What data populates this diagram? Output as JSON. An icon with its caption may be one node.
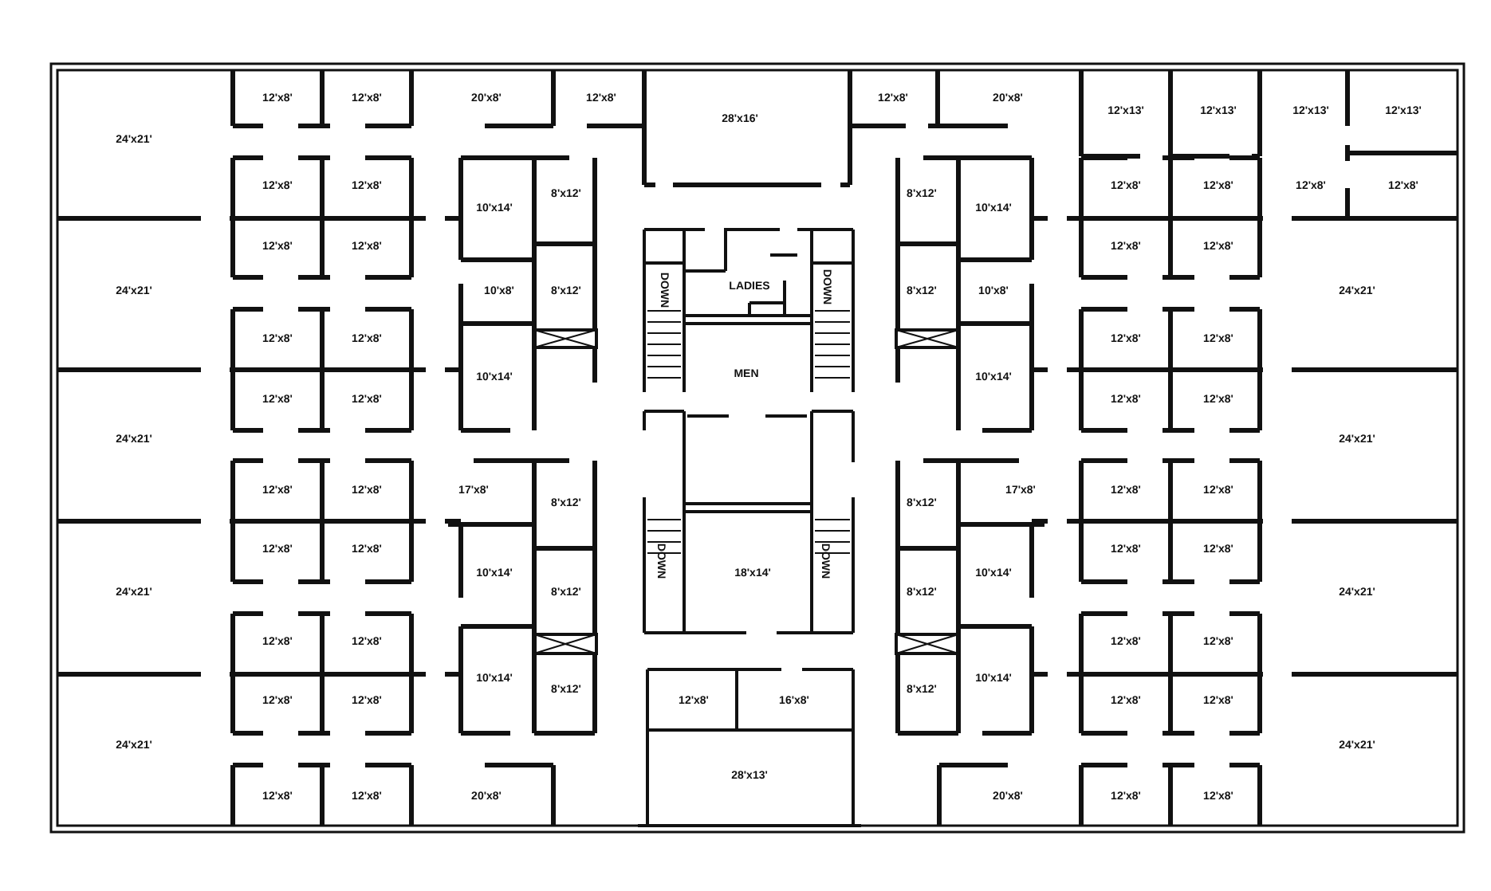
{
  "diagram": {
    "nodes": [
      {
        "text": [
          "12'x8'"
        ]
      },
      {
        "text": [
          "12'x8'"
        ]
      },
      {
        "text": [
          "20'x8'"
        ]
      },
      {
        "text": [
          "12'x8'"
        ]
      },
      {
        "text": [
          "28'x16'"
        ]
      },
      {
        "text": [
          "12'x8'"
        ]
      },
      {
        "text": [
          "20'x8'"
        ]
      },
      {
        "text": [
          "12'x13'"
        ]
      },
      {
        "text": [
          "12'x13'"
        ]
      },
      {
        "text": [
          "12'x13'"
        ]
      },
      {
        "text": [
          "12'x13'"
        ]
      },
      {
        "text": [
          "24'x21'"
        ]
      },
      {
        "text": [
          "12'x8'"
        ]
      },
      {
        "text": [
          "12'x8'"
        ]
      },
      {
        "text": [
          "8'x12'"
        ]
      },
      {
        "text": [
          "8'x12'"
        ]
      },
      {
        "text": [
          "12'x8'"
        ]
      },
      {
        "text": [
          "12'x8'"
        ]
      },
      {
        "text": [
          "12'x8'"
        ]
      },
      {
        "text": [
          "12'x8'"
        ]
      },
      {
        "text": [
          "10'x14'"
        ]
      },
      {
        "text": [
          "10'x14'"
        ]
      },
      {
        "text": [
          "12'x8'"
        ]
      },
      {
        "text": [
          "12'x8'"
        ]
      },
      {
        "text": [
          "12'x8'"
        ]
      },
      {
        "text": [
          "12'x8'"
        ]
      },
      {
        "text": [
          "LADIES"
        ]
      },
      {
        "text": [
          "24'x21'"
        ]
      },
      {
        "text": [
          "10'x8'"
        ]
      },
      {
        "text": [
          "8'x12'"
        ]
      },
      {
        "text": [
          "8'x12'"
        ]
      },
      {
        "text": [
          "10'x8'"
        ]
      },
      {
        "text": [
          "24'x21'"
        ]
      },
      {
        "text": [
          "12'x8'"
        ]
      },
      {
        "text": [
          "12'x8'"
        ]
      },
      {
        "text": [
          "12'x8'"
        ]
      },
      {
        "text": [
          "12'x8'"
        ]
      },
      {
        "text": [
          "MEN"
        ]
      },
      {
        "text": [
          "10'x14'"
        ]
      },
      {
        "text": [
          "10'x14'"
        ]
      },
      {
        "text": [
          "12'x8'"
        ]
      },
      {
        "text": [
          "12'x8'"
        ]
      },
      {
        "text": [
          "12'x8'"
        ]
      },
      {
        "text": [
          "12'x8'"
        ]
      },
      {
        "text": [
          "24'x21'"
        ]
      },
      {
        "text": [
          "24'x21'"
        ]
      },
      {
        "text": [
          "12'x8'"
        ]
      },
      {
        "text": [
          "12'x8'"
        ]
      },
      {
        "text": [
          "17'x8'"
        ]
      },
      {
        "text": [
          "17'x8'"
        ]
      },
      {
        "text": [
          "12'x8'"
        ]
      },
      {
        "text": [
          "12'x8'"
        ]
      },
      {
        "text": [
          "8'x12'"
        ]
      },
      {
        "text": [
          "8'x12'"
        ]
      },
      {
        "text": [
          "12'x8'"
        ]
      },
      {
        "text": [
          "12'x8'"
        ]
      },
      {
        "text": [
          "12'x8'"
        ]
      },
      {
        "text": [
          "12'x8'"
        ]
      },
      {
        "text": [
          "10'x14'"
        ]
      },
      {
        "text": [
          "18'x14'"
        ]
      },
      {
        "text": [
          "10'x14'"
        ]
      },
      {
        "text": [
          "8'x12'"
        ]
      },
      {
        "text": [
          "8'x12'"
        ]
      },
      {
        "text": [
          "24'x21'"
        ]
      },
      {
        "text": [
          "24'x21'"
        ]
      },
      {
        "text": [
          "12'x8'"
        ]
      },
      {
        "text": [
          "12'x8'"
        ]
      },
      {
        "text": [
          "12'x8'"
        ]
      },
      {
        "text": [
          "12'x8'"
        ]
      },
      {
        "text": [
          "10'x14'"
        ]
      },
      {
        "text": [
          "10'x14'"
        ]
      },
      {
        "text": [
          "8'x12'"
        ]
      },
      {
        "text": [
          "8'x12'"
        ]
      },
      {
        "text": [
          "12'x8'"
        ]
      },
      {
        "text": [
          "12'x8'"
        ]
      },
      {
        "text": [
          "12'x8'"
        ]
      },
      {
        "text": [
          "16'x8'"
        ]
      },
      {
        "text": [
          "12'x8'"
        ]
      },
      {
        "text": [
          "12'x8'"
        ]
      },
      {
        "text": [
          "24'x21'"
        ]
      },
      {
        "text": [
          "24'x21'"
        ]
      },
      {
        "text": [
          "28'x13'"
        ]
      },
      {
        "text": [
          "12'x8'"
        ]
      },
      {
        "text": [
          "12'x8'"
        ]
      },
      {
        "text": [
          "20'x8'"
        ]
      },
      {
        "text": [
          "20'x8'"
        ]
      },
      {
        "text": [
          "12'x8'"
        ]
      },
      {
        "text": [
          "12'x8'"
        ]
      }
    ],
    "labels": [
      "DOWN",
      "DOWN",
      "DOWN",
      "DOWN"
    ]
  }
}
